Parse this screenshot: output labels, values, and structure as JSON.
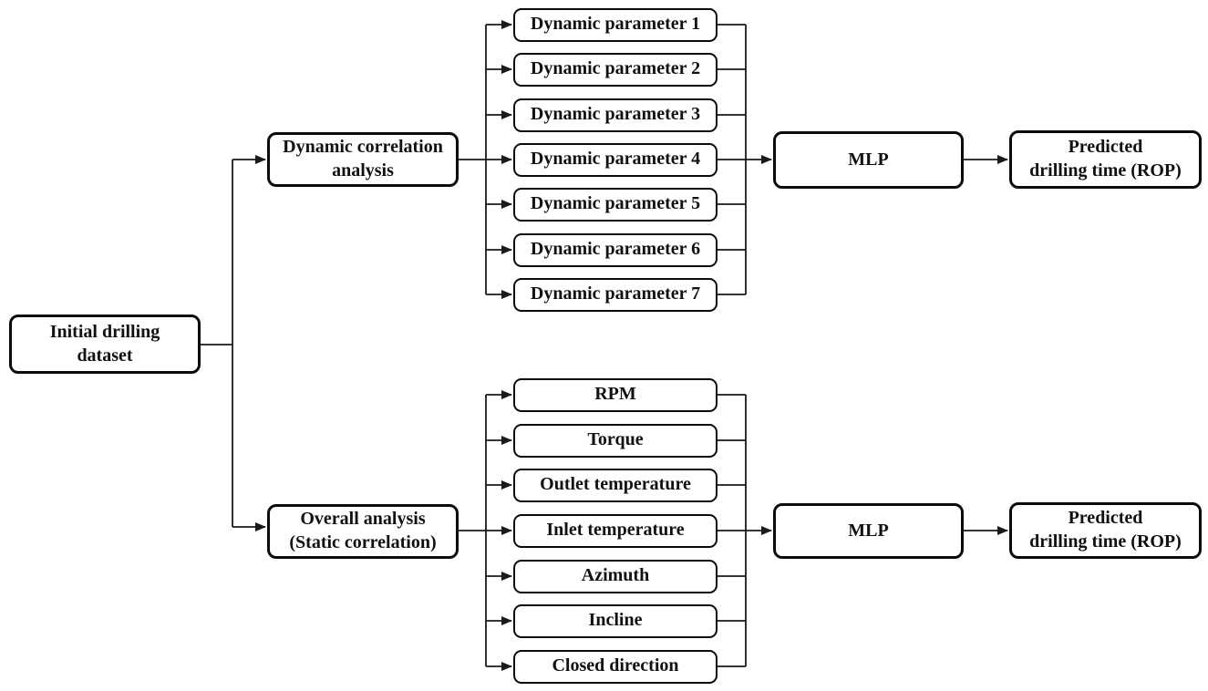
{
  "diagram": {
    "initial_dataset": "Initial drilling\ndataset",
    "branches": [
      {
        "analysis": "Dynamic correlation\nanalysis",
        "parameters": [
          "Dynamic parameter 1",
          "Dynamic parameter 2",
          "Dynamic parameter 3",
          "Dynamic parameter 4",
          "Dynamic parameter 5",
          "Dynamic parameter 6",
          "Dynamic parameter 7"
        ],
        "model": "MLP",
        "output": "Predicted\ndrilling time (ROP)"
      },
      {
        "analysis": "Overall analysis\n(Static correlation)",
        "parameters": [
          "RPM",
          "Torque",
          "Outlet temperature",
          "Inlet temperature",
          "Azimuth",
          "Incline",
          "Closed direction"
        ],
        "model": "MLP",
        "output": "Predicted\ndrilling time (ROP)"
      }
    ],
    "colors": {
      "box_border": "#0b0b0b",
      "background": "#ffffff",
      "line": "#1a1a1a",
      "text": "#111111"
    }
  }
}
